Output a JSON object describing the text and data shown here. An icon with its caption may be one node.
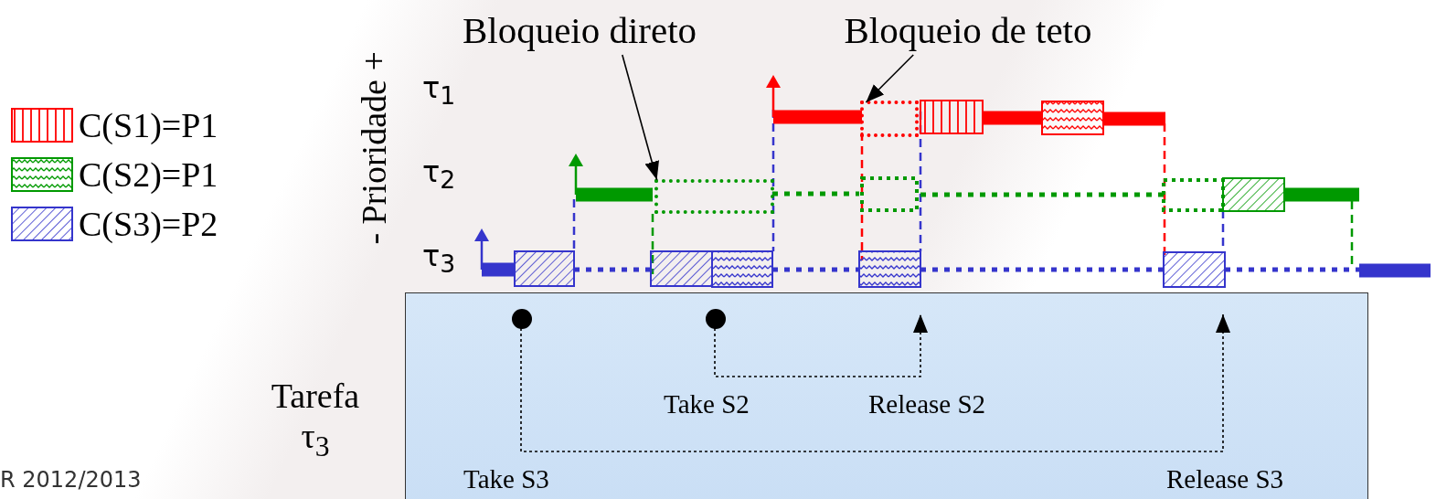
{
  "diagram": {
    "nodes": [
      {
        "text": [
          "Bloqueio direto"
        ]
      },
      {
        "text": [],
        "shape": "box"
      },
      {
        "text": [
          "Bloqueio de teto"
        ]
      },
      {
        "text": [],
        "shape": "box"
      },
      {
        "text": [],
        "shape": "box"
      },
      {
        "text": [],
        "shape": "circle",
        "in": 4
      },
      {
        "text": [],
        "shape": "circle",
        "in": 4
      }
    ],
    "edges": [
      {
        "from": 0,
        "to": 1,
        "arrow": "to"
      },
      {
        "from": 2,
        "to": 3,
        "arrow": "to"
      },
      {
        "from": 5,
        "to": null,
        "arrow": "to",
        "style": "dashed"
      },
      {
        "from": 6,
        "to": null,
        "arrow": "to",
        "style": "dashed"
      }
    ],
    "labels": [
      "- Prioridade +",
      "τ$_{1}$",
      "τ$_{2}$",
      "τ$_{3}$",
      "Tarefa τ$_{3}$",
      "Take S2",
      "Release S2",
      "Take S3",
      "Release S3",
      "R 2012/2013"
    ],
    "legend": [
      {
        "text": "C(S1)=P1"
      },
      {
        "text": "C(S2)=P1"
      },
      {
        "text": "C(S3)=P2"
      }
    ]
  }
}
